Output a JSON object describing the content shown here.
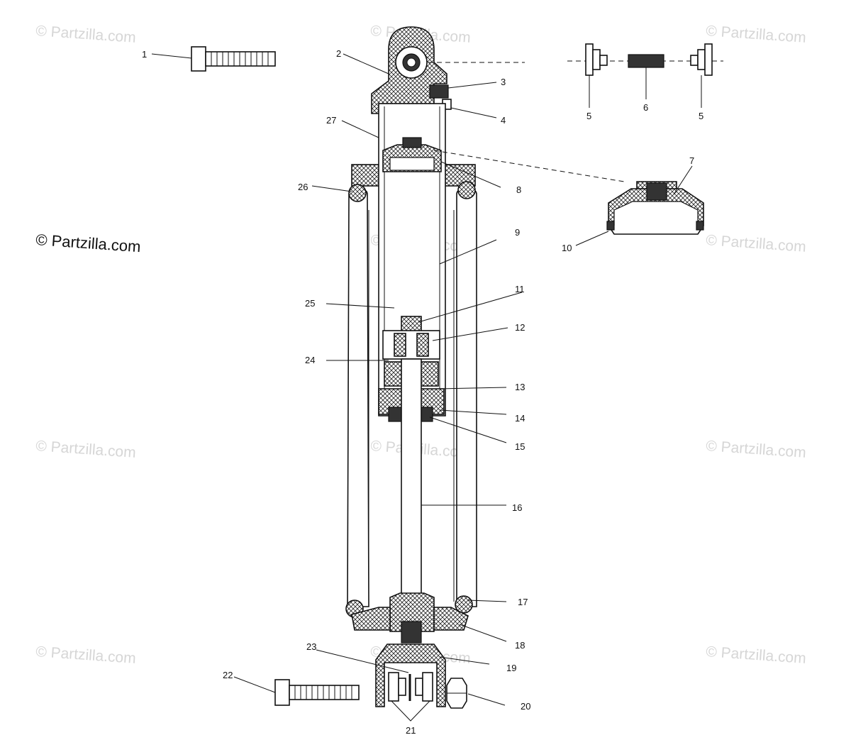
{
  "watermark": {
    "main": "© Partzilla.com",
    "faint": "© Partzilla.com"
  },
  "callouts": [
    {
      "id": "1",
      "text": "1"
    },
    {
      "id": "2",
      "text": "2"
    },
    {
      "id": "3",
      "text": "3"
    },
    {
      "id": "4",
      "text": "4"
    },
    {
      "id": "5a",
      "text": "5"
    },
    {
      "id": "6",
      "text": "6"
    },
    {
      "id": "5b",
      "text": "5"
    },
    {
      "id": "7",
      "text": "7"
    },
    {
      "id": "8",
      "text": "8"
    },
    {
      "id": "9",
      "text": "9"
    },
    {
      "id": "10",
      "text": "10"
    },
    {
      "id": "11",
      "text": "11"
    },
    {
      "id": "12",
      "text": "12"
    },
    {
      "id": "13",
      "text": "13"
    },
    {
      "id": "14",
      "text": "14"
    },
    {
      "id": "15",
      "text": "15"
    },
    {
      "id": "16",
      "text": "16"
    },
    {
      "id": "17",
      "text": "17"
    },
    {
      "id": "18",
      "text": "18"
    },
    {
      "id": "19",
      "text": "19"
    },
    {
      "id": "20",
      "text": "20"
    },
    {
      "id": "21",
      "text": "21"
    },
    {
      "id": "22",
      "text": "22"
    },
    {
      "id": "23",
      "text": "23"
    },
    {
      "id": "24",
      "text": "24"
    },
    {
      "id": "25",
      "text": "25"
    },
    {
      "id": "26",
      "text": "26"
    },
    {
      "id": "27",
      "text": "27"
    }
  ]
}
